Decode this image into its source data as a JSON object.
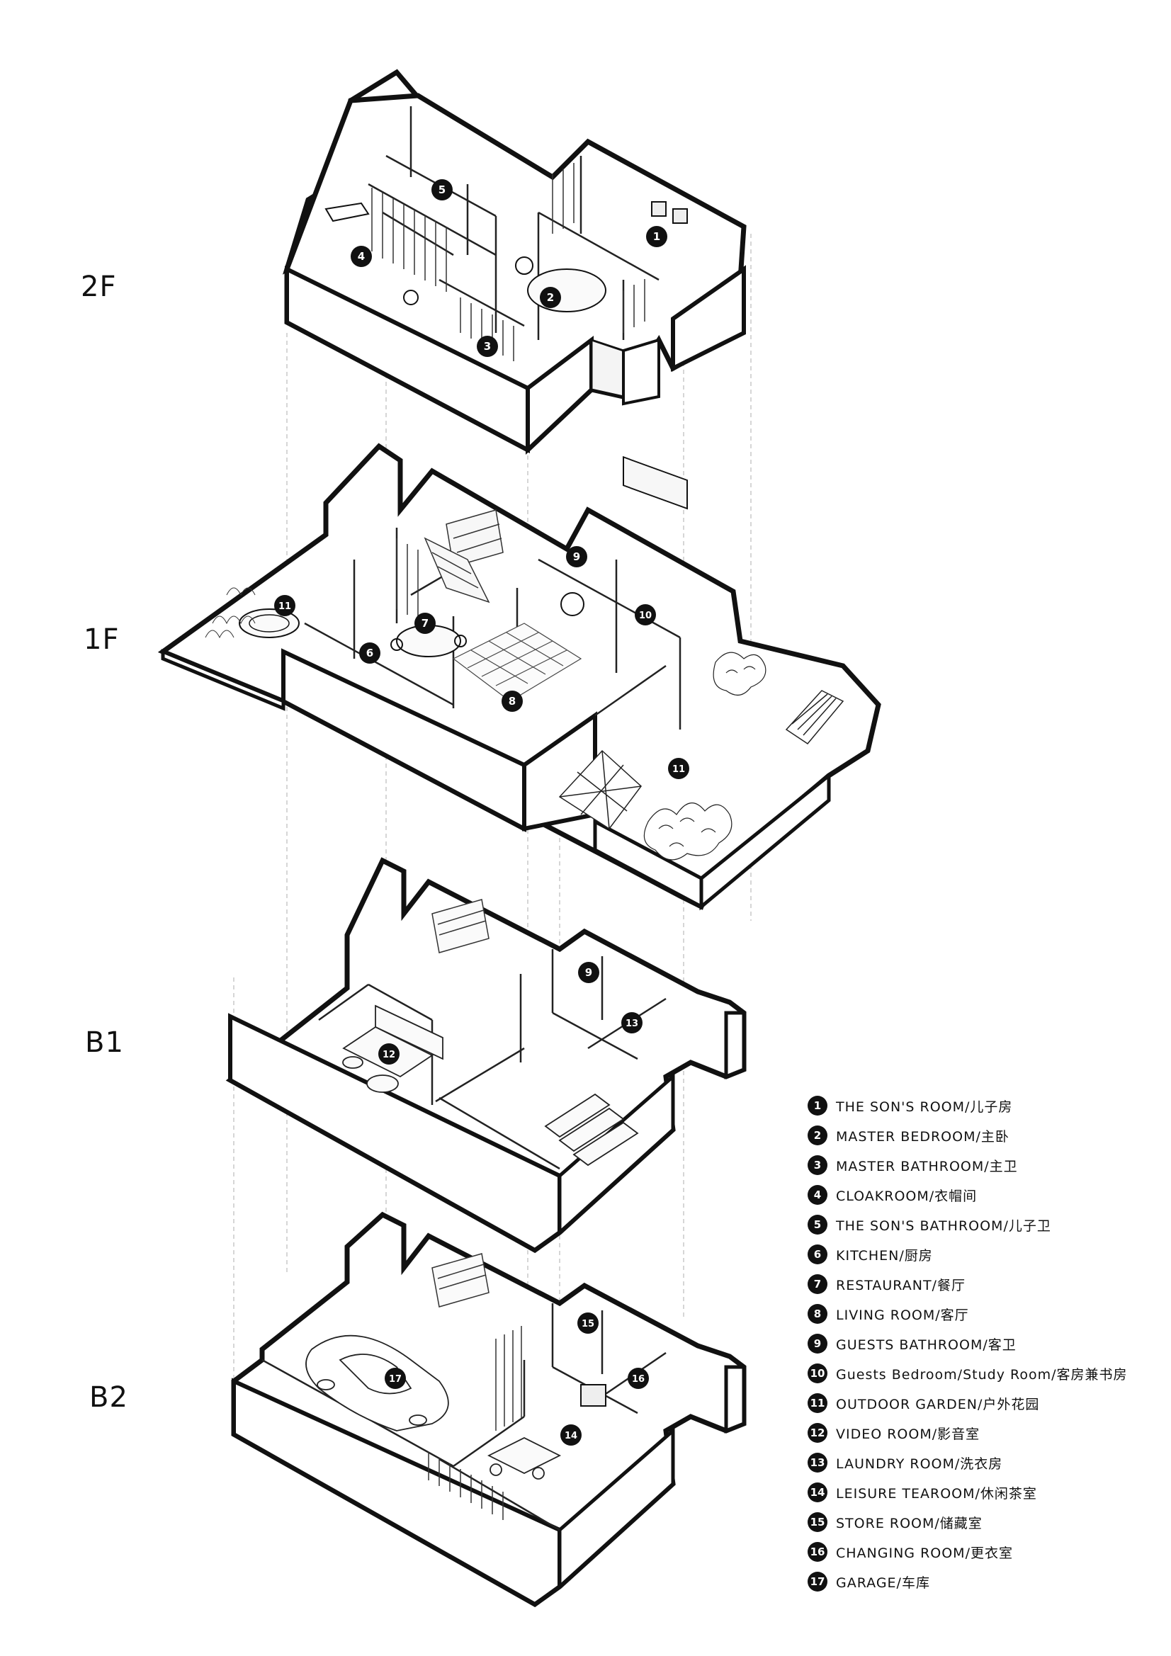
{
  "floors": [
    {
      "id": "2F",
      "label": "2F"
    },
    {
      "id": "1F",
      "label": "1F"
    },
    {
      "id": "B1",
      "label": "B1"
    },
    {
      "id": "B2",
      "label": "B2"
    }
  ],
  "markers": {
    "2F": [
      "1",
      "2",
      "3",
      "4",
      "5"
    ],
    "1F": [
      "6",
      "7",
      "8",
      "9",
      "10",
      "11",
      "11"
    ],
    "B1": [
      "9",
      "12",
      "13"
    ],
    "B2": [
      "14",
      "15",
      "16",
      "17"
    ]
  },
  "legend": [
    {
      "num": "1",
      "text": "THE SON'S ROOM/儿子房"
    },
    {
      "num": "2",
      "text": "MASTER BEDROOM/主卧"
    },
    {
      "num": "3",
      "text": "MASTER BATHROOM/主卫"
    },
    {
      "num": "4",
      "text": "CLOAKROOM/衣帽间"
    },
    {
      "num": "5",
      "text": "THE SON'S BATHROOM/儿子卫"
    },
    {
      "num": "6",
      "text": "KITCHEN/厨房"
    },
    {
      "num": "7",
      "text": "RESTAURANT/餐厅"
    },
    {
      "num": "8",
      "text": "LIVING ROOM/客厅"
    },
    {
      "num": "9",
      "text": "GUESTS BATHROOM/客卫"
    },
    {
      "num": "10",
      "text": "Guests Bedroom/Study Room/客房兼书房"
    },
    {
      "num": "11",
      "text": "OUTDOOR GARDEN/户外花园"
    },
    {
      "num": "12",
      "text": "VIDEO ROOM/影音室"
    },
    {
      "num": "13",
      "text": "LAUNDRY ROOM/洗衣房"
    },
    {
      "num": "14",
      "text": "LEISURE TEAROOM/休闲茶室"
    },
    {
      "num": "15",
      "text": "STORE ROOM/储藏室"
    },
    {
      "num": "16",
      "text": "CHANGING ROOM/更衣室"
    },
    {
      "num": "17",
      "text": "GARAGE/车库"
    }
  ]
}
